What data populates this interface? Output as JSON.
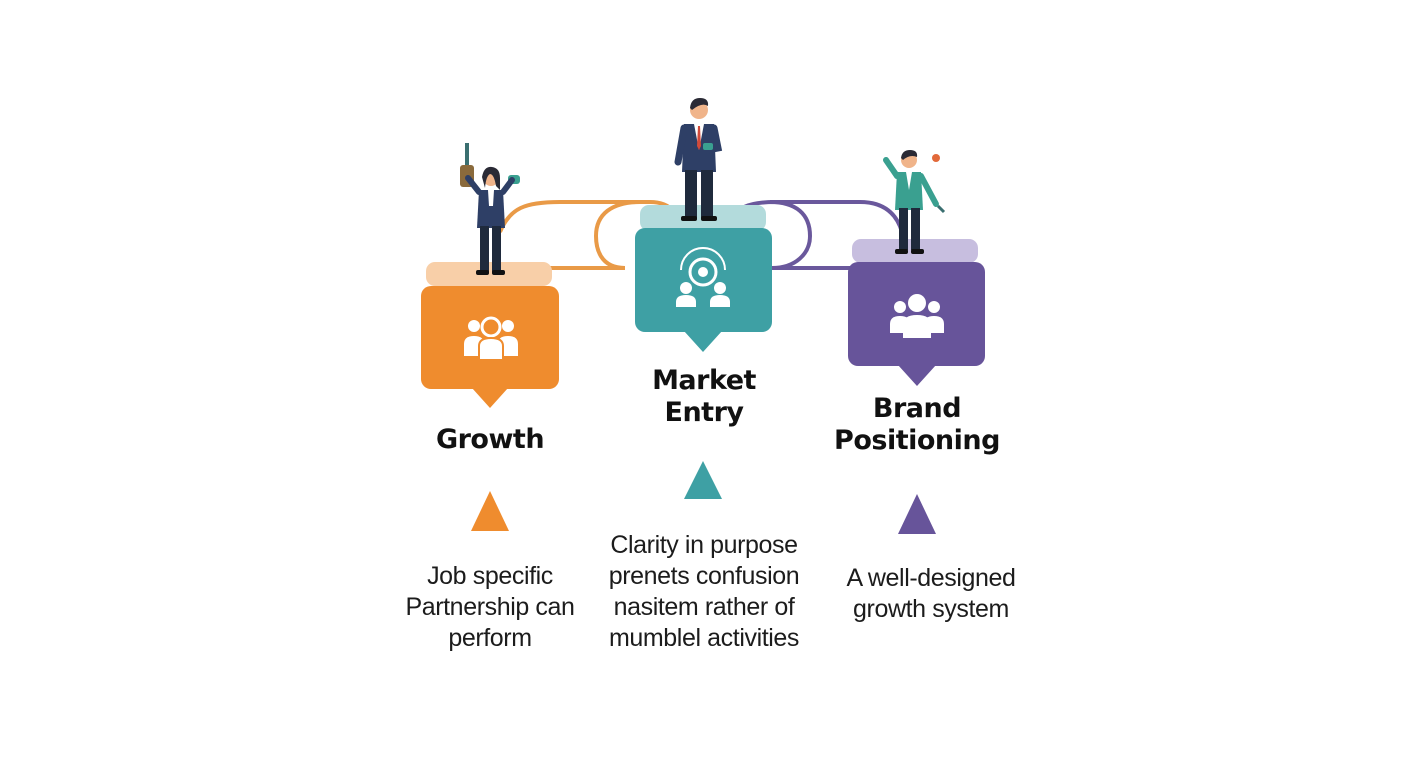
{
  "colors": {
    "growth": "#ef8c2e",
    "growth_light": "#f8cfa8",
    "market_entry": "#3ea0a4",
    "market_entry_light": "#b3dbdc",
    "brand_positioning": "#67549a",
    "brand_positioning_light": "#c7bedf",
    "text": "#111111"
  },
  "steps": [
    {
      "id": "growth",
      "title_lines": [
        "Growth"
      ],
      "description_lines": [
        "Job specific",
        "Partnership can",
        "perform"
      ],
      "icon": "team-leader-icon",
      "figure": "woman-holding-tools"
    },
    {
      "id": "market-entry",
      "title_lines": [
        "Market",
        "Entry"
      ],
      "description_lines": [
        "Clarity in purpose",
        "prenets confusion",
        "nasitem rather of",
        "mumblel activities"
      ],
      "icon": "target-team-icon",
      "figure": "businessman-standing"
    },
    {
      "id": "brand-positioning",
      "title_lines": [
        "Brand",
        "Positioning"
      ],
      "description_lines": [
        "A well-designed",
        "growth system"
      ],
      "icon": "group-icon",
      "figure": "businessman-waving"
    }
  ]
}
